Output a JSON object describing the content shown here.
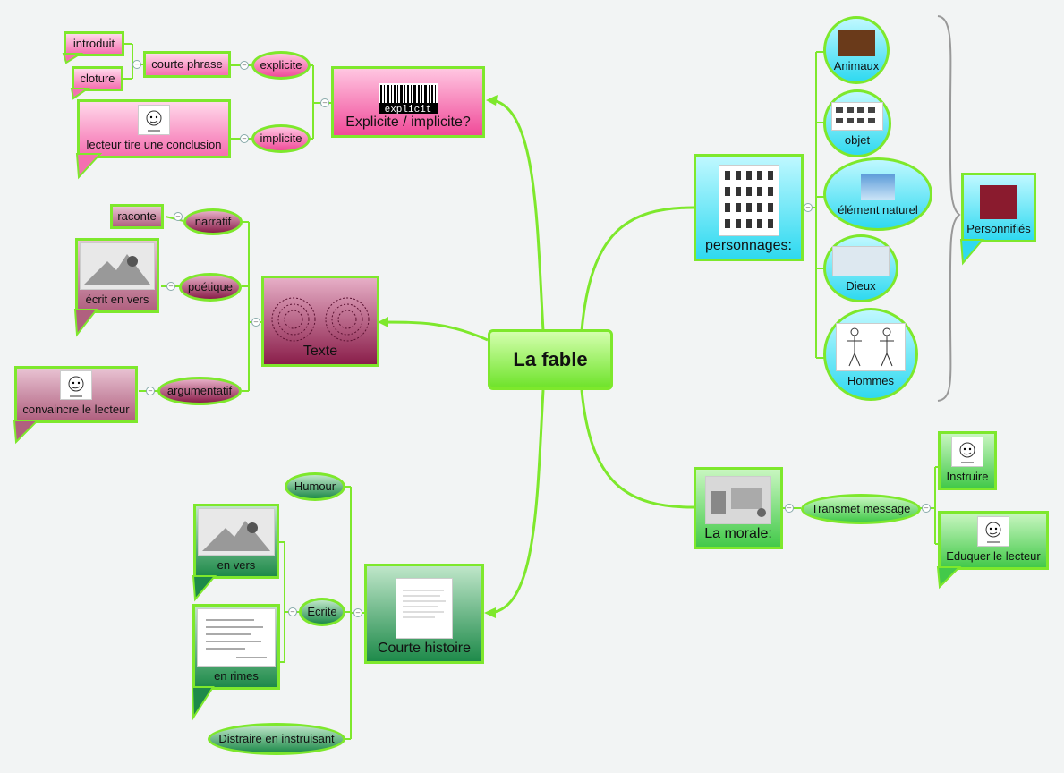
{
  "center": {
    "label": "La fable"
  },
  "explicite": {
    "label": "Explicite / implicite?",
    "image_text": "explicit",
    "branches": {
      "explicite": "explicite",
      "implicite": "implicite",
      "courte_phrase": "courte phrase",
      "introduit": "introduit",
      "cloture": "cloture",
      "conclusion": "lecteur tire une conclusion"
    }
  },
  "texte": {
    "label": "Texte",
    "narratif": "narratif",
    "raconte": "raconte",
    "poetique": "poétique",
    "vers": "écrit en vers",
    "argumentatif": "argumentatif",
    "convaincre": "convaincre le lecteur"
  },
  "histoire": {
    "label": "Courte histoire",
    "humour": "Humour",
    "ecrite": "Ecrite",
    "en_vers": "en vers",
    "en_rimes": "en rimes",
    "distraire": "Distraire en instruisant"
  },
  "personnages": {
    "label": "personnages:",
    "items": [
      "Animaux",
      "objet",
      "élément naturel",
      "Dieux",
      "Hommes"
    ],
    "personnifies": "Personnifiés"
  },
  "morale": {
    "label": "La morale:",
    "transmet": "Transmet message",
    "instruire": "Instruire",
    "eduquer": "Eduquer le lecteur"
  },
  "colors": {
    "line": "#7ee82c",
    "pink": "#f04b99",
    "maroon": "#8a1e4a",
    "cyan": "#2fd9f0",
    "green": "#43c94a",
    "dark_green": "#1e8a4a"
  }
}
